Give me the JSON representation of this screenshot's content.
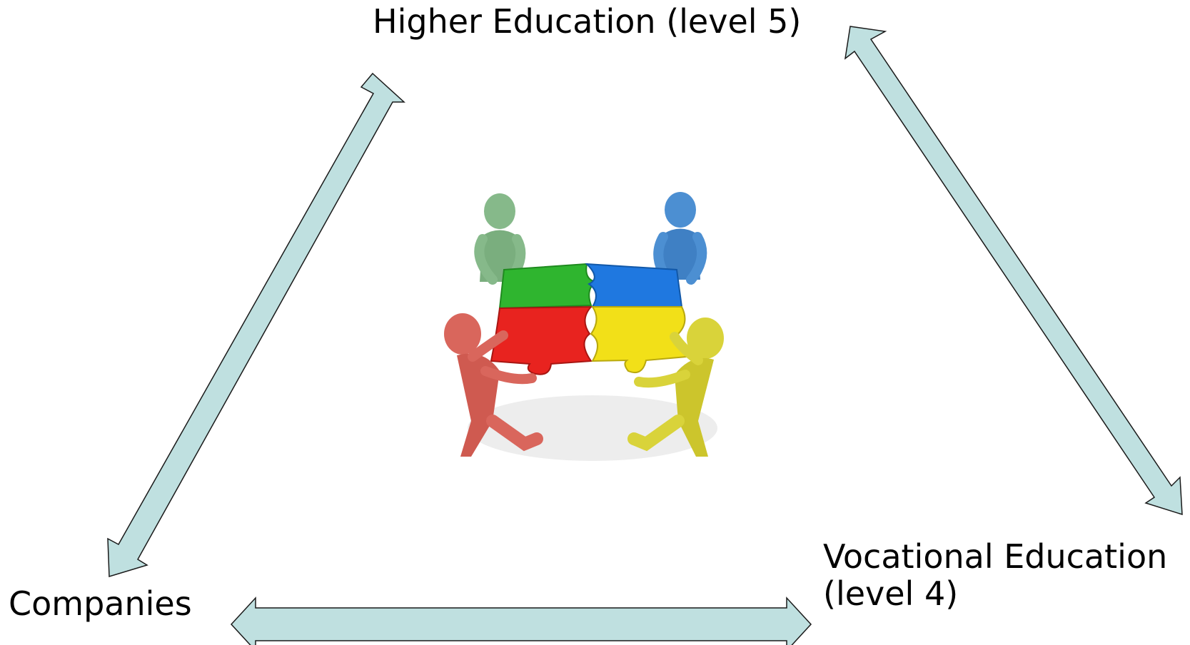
{
  "diagram": {
    "nodes": {
      "top": {
        "label": "Higher Education (level 5)"
      },
      "left": {
        "label": "Companies"
      },
      "right": {
        "label_line1": "Vocational Education",
        "label_line2": "(level 4)"
      }
    },
    "connections": [
      {
        "from": "left",
        "to": "top",
        "style": "double-arrow"
      },
      {
        "from": "top",
        "to": "right",
        "style": "double-arrow"
      },
      {
        "from": "left",
        "to": "right",
        "style": "double-arrow"
      }
    ],
    "center_image": {
      "icon": "teamwork-puzzle-icon"
    },
    "colors": {
      "arrow_fill": "#bfe0e0",
      "arrow_stroke": "#1a1a1a",
      "puzzle_red": "#e8231f",
      "puzzle_green": "#2fb52f",
      "puzzle_blue": "#1f78e0",
      "puzzle_yellow": "#f2e018",
      "figure_red": "#d9665c",
      "figure_green": "#86b98a",
      "figure_blue": "#4c8fd2",
      "figure_yellow": "#d9d33a"
    }
  }
}
